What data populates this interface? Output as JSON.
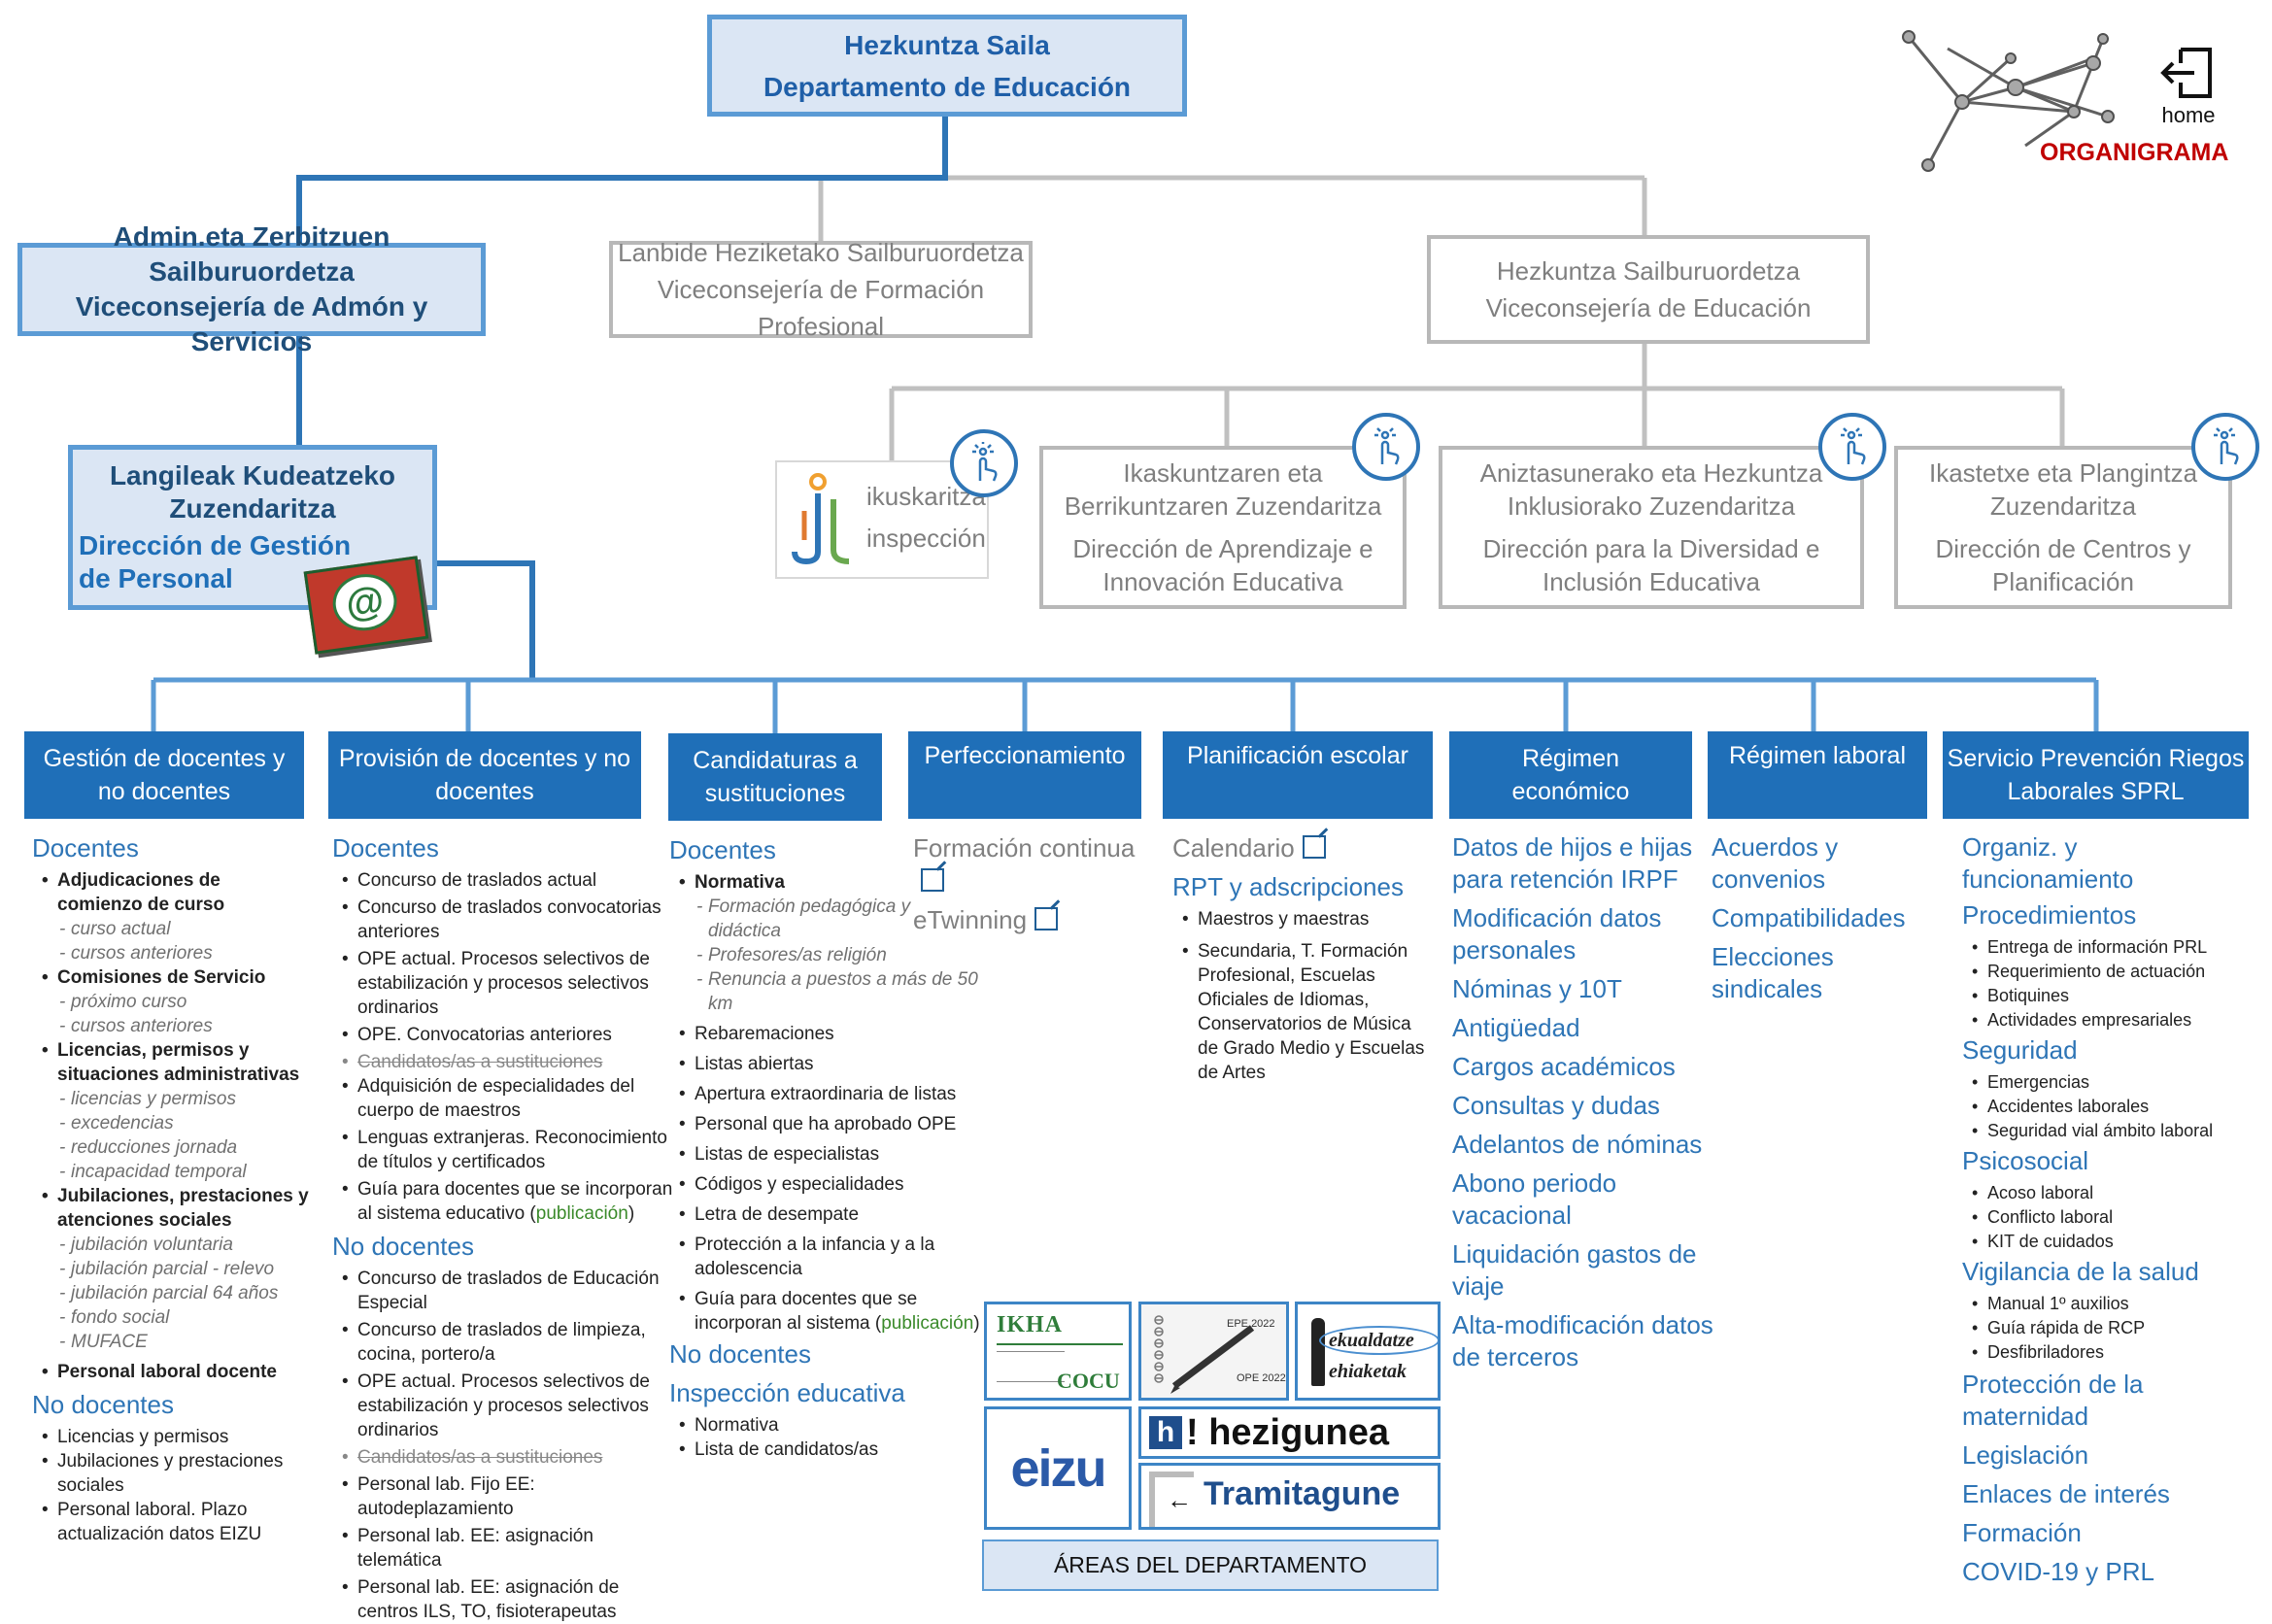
{
  "top": {
    "line1": "Hezkuntza Saila",
    "line2": "Departamento de Educación"
  },
  "corner": {
    "home_label": "home",
    "title": "ORGANIGRAMA"
  },
  "vice_admin": {
    "line1": "Admin.eta Zerbitzuen Sailburuordetza",
    "line2": "Viceconsejería de Admón y Servicios"
  },
  "vice_fp": {
    "line1": "Lanbide Heziketako Sailburuordetza",
    "line2": "Viceconsejería de Formación Profesional"
  },
  "vice_edu": {
    "line1": "Hezkuntza Sailburuordetza",
    "line2": "Viceconsejería de Educación"
  },
  "personal": {
    "line1": "Langileak Kudeatzeko",
    "line2": "Zuzendaritza",
    "line3": "Dirección de Gestión",
    "line4": "de Personal"
  },
  "inspeccion": {
    "line1": "ikuskaritza",
    "line2": "inspección"
  },
  "dir_aprendizaje": {
    "eu": "Ikaskuntzaren eta Berrikuntzaren  Zuzendaritza",
    "es": "Dirección de Aprendizaje e Innovación Educativa"
  },
  "dir_diversidad": {
    "eu": "Aniztasunerako eta Hezkuntza Inklusiorako Zuzendaritza",
    "es": "Dirección para la Diversidad e Inclusión Educativa"
  },
  "dir_centros": {
    "eu": "Ikastetxe eta Plangintza Zuzendaritza",
    "es": "Dirección de Centros y Planificación"
  },
  "headers": [
    "Gestión de docentes y no docentes",
    "Provisión de docentes y no docentes",
    "Candidaturas a sustituciones",
    "Perfeccionamiento",
    "Planificación escolar",
    "Régimen económico",
    "Régimen laboral",
    "Servicio Prevención Riegos Laborales SPRL"
  ],
  "col1": {
    "docentes": "Docentes",
    "adjudicaciones": "Adjudicaciones de comienzo de curso",
    "curso_actual": "curso actual",
    "cursos_anteriores": "cursos anteriores",
    "comisiones": "Comisiones de Servicio",
    "proximo_curso": "próximo curso",
    "cursos_anteriores2": "cursos anteriores",
    "licencias": "Licencias, permisos y situaciones administrativas",
    "licencias_permisos": "licencias y permisos",
    "excedencias": "excedencias",
    "reducciones": "reducciones jornada",
    "incapacidad": "incapacidad temporal",
    "jubilaciones": "Jubilaciones, prestaciones y atenciones sociales",
    "jub_voluntaria": "jubilación voluntaria",
    "jub_parcial": "jubilación parcial - relevo",
    "jub_64": "jubilación parcial 64 años",
    "fondo": "fondo social",
    "muface": "MUFACE",
    "personal_laboral": "Personal laboral docente",
    "no_docentes": "No docentes",
    "nd_licencias": "Licencias y permisos",
    "nd_jubilaciones": "Jubilaciones y prestaciones sociales",
    "nd_personal": "Personal laboral. Plazo actualización datos EIZU"
  },
  "col2": {
    "docentes": "Docentes",
    "items": [
      "Concurso de traslados actual",
      "Concurso de traslados convocatorias anteriores",
      "OPE actual. Procesos selectivos de estabilización y procesos selectivos ordinarios",
      "OPE. Convocatorias anteriores"
    ],
    "candidatos": "Candidatos/as a sustituciones",
    "items2": [
      "Adquisición de especialidades del cuerpo de maestros",
      "Lenguas extranjeras. Reconocimiento de títulos y certificados"
    ],
    "guia": "Guía para docentes que se incorporan al sistema educativo (",
    "publicacion": "publicación",
    "close": ")",
    "no_docentes": "No docentes",
    "nd_items": [
      "Concurso de traslados de Educación Especial",
      "Concurso de traslados de limpieza, cocina, portero/a",
      "OPE actual. Procesos selectivos de estabilización y procesos selectivos ordinarios"
    ],
    "nd_candidatos": "Candidatos/as a sustituciones",
    "nd_items2": [
      "Personal lab. Fijo EE: autodeplazamiento",
      "Personal lab. EE: asignación telemática",
      "Personal lab. EE: asignación de centros ILS, TO, fisioterapeutas"
    ]
  },
  "col3": {
    "docentes": "Docentes",
    "normativa": "Normativa",
    "normativa_sub": [
      "Formación pedagógica y didáctica",
      "Profesores/as religión",
      "Renuncia a puestos a más de 50 km"
    ],
    "items": [
      "Rebaremaciones",
      "Listas abiertas",
      "Apertura extraordinaria de listas",
      "Personal que ha aprobado OPE",
      "Listas de especialistas",
      "Códigos y especialidades",
      "Letra de desempate",
      "Protección a la infancia y a la adolescencia"
    ],
    "guia": "Guía para docentes que se incorporan al sistema (",
    "publicacion": "publicación",
    "close": ")",
    "no_docentes": "No docentes",
    "inspeccion": "Inspección educativa",
    "insp_items": [
      "Normativa",
      "Lista de candidatos/as"
    ]
  },
  "col4": {
    "formacion": "Formación continua",
    "etwinning": "eTwinning"
  },
  "col5": {
    "calendario": "Calendario",
    "rpt": "RPT y adscripciones",
    "items": [
      "Maestros y maestras",
      "Secundaria, T. Formación Profesional, Escuelas Oficiales de Idiomas, Conservatorios de Música de Grado Medio y Escuelas de Artes"
    ]
  },
  "col6": {
    "links": [
      "Datos de hijos e hijas para retención IRPF",
      "Modificación datos personales",
      "Nóminas y 10T",
      "Antigüedad",
      "Cargos académicos",
      "Consultas y dudas",
      "Adelantos de nóminas",
      "Abono periodo vacacional",
      "Liquidación gastos de viaje",
      "Alta-modificación datos de terceros"
    ]
  },
  "col7": {
    "links": [
      "Acuerdos y convenios",
      "Compatibilidades",
      "Elecciones sindicales"
    ]
  },
  "col8": {
    "organiz": "Organiz. y funcionamiento",
    "procedimientos": "Procedimientos",
    "proc_items": [
      "Entrega de información PRL",
      "Requerimiento de actuación",
      "Botiquines",
      "Actividades empresariales"
    ],
    "seguridad": "Seguridad",
    "seg_items": [
      "Emergencias",
      "Accidentes laborales",
      "Seguridad vial ámbito laboral"
    ],
    "psicosocial": "Psicosocial",
    "psi_items": [
      "Acoso laboral",
      "Conflicto laboral",
      "KIT de cuidados"
    ],
    "vigilancia": "Vigilancia de la salud",
    "vig_items": [
      "Manual 1º auxilios",
      "Guía rápida de RCP",
      "Desfibriladores"
    ],
    "links": [
      "Protección de la maternidad",
      "Legislación",
      "Enlaces de interés",
      "Formación",
      "COVID-19 y PRL"
    ]
  },
  "logos": {
    "ikha": "IKHA",
    "cocu": "COCU",
    "epe1": "EPE 2022",
    "epe2": "OPE 2022",
    "ekualdatze1": "ekualdatze",
    "ekualdatze2": "ehiaketak",
    "eizu": "eizu",
    "hezigunea": "! hezigunea",
    "tramitagune": "Tramitagune",
    "areas": "ÁREAS DEL DEPARTAMENTO"
  },
  "colors": {
    "selected_line": "#2e75b6",
    "grey_line": "#c0c0c0",
    "header_bg": "#1f6fb8",
    "link": "#2e75b6",
    "organigrama": "#c00000"
  }
}
